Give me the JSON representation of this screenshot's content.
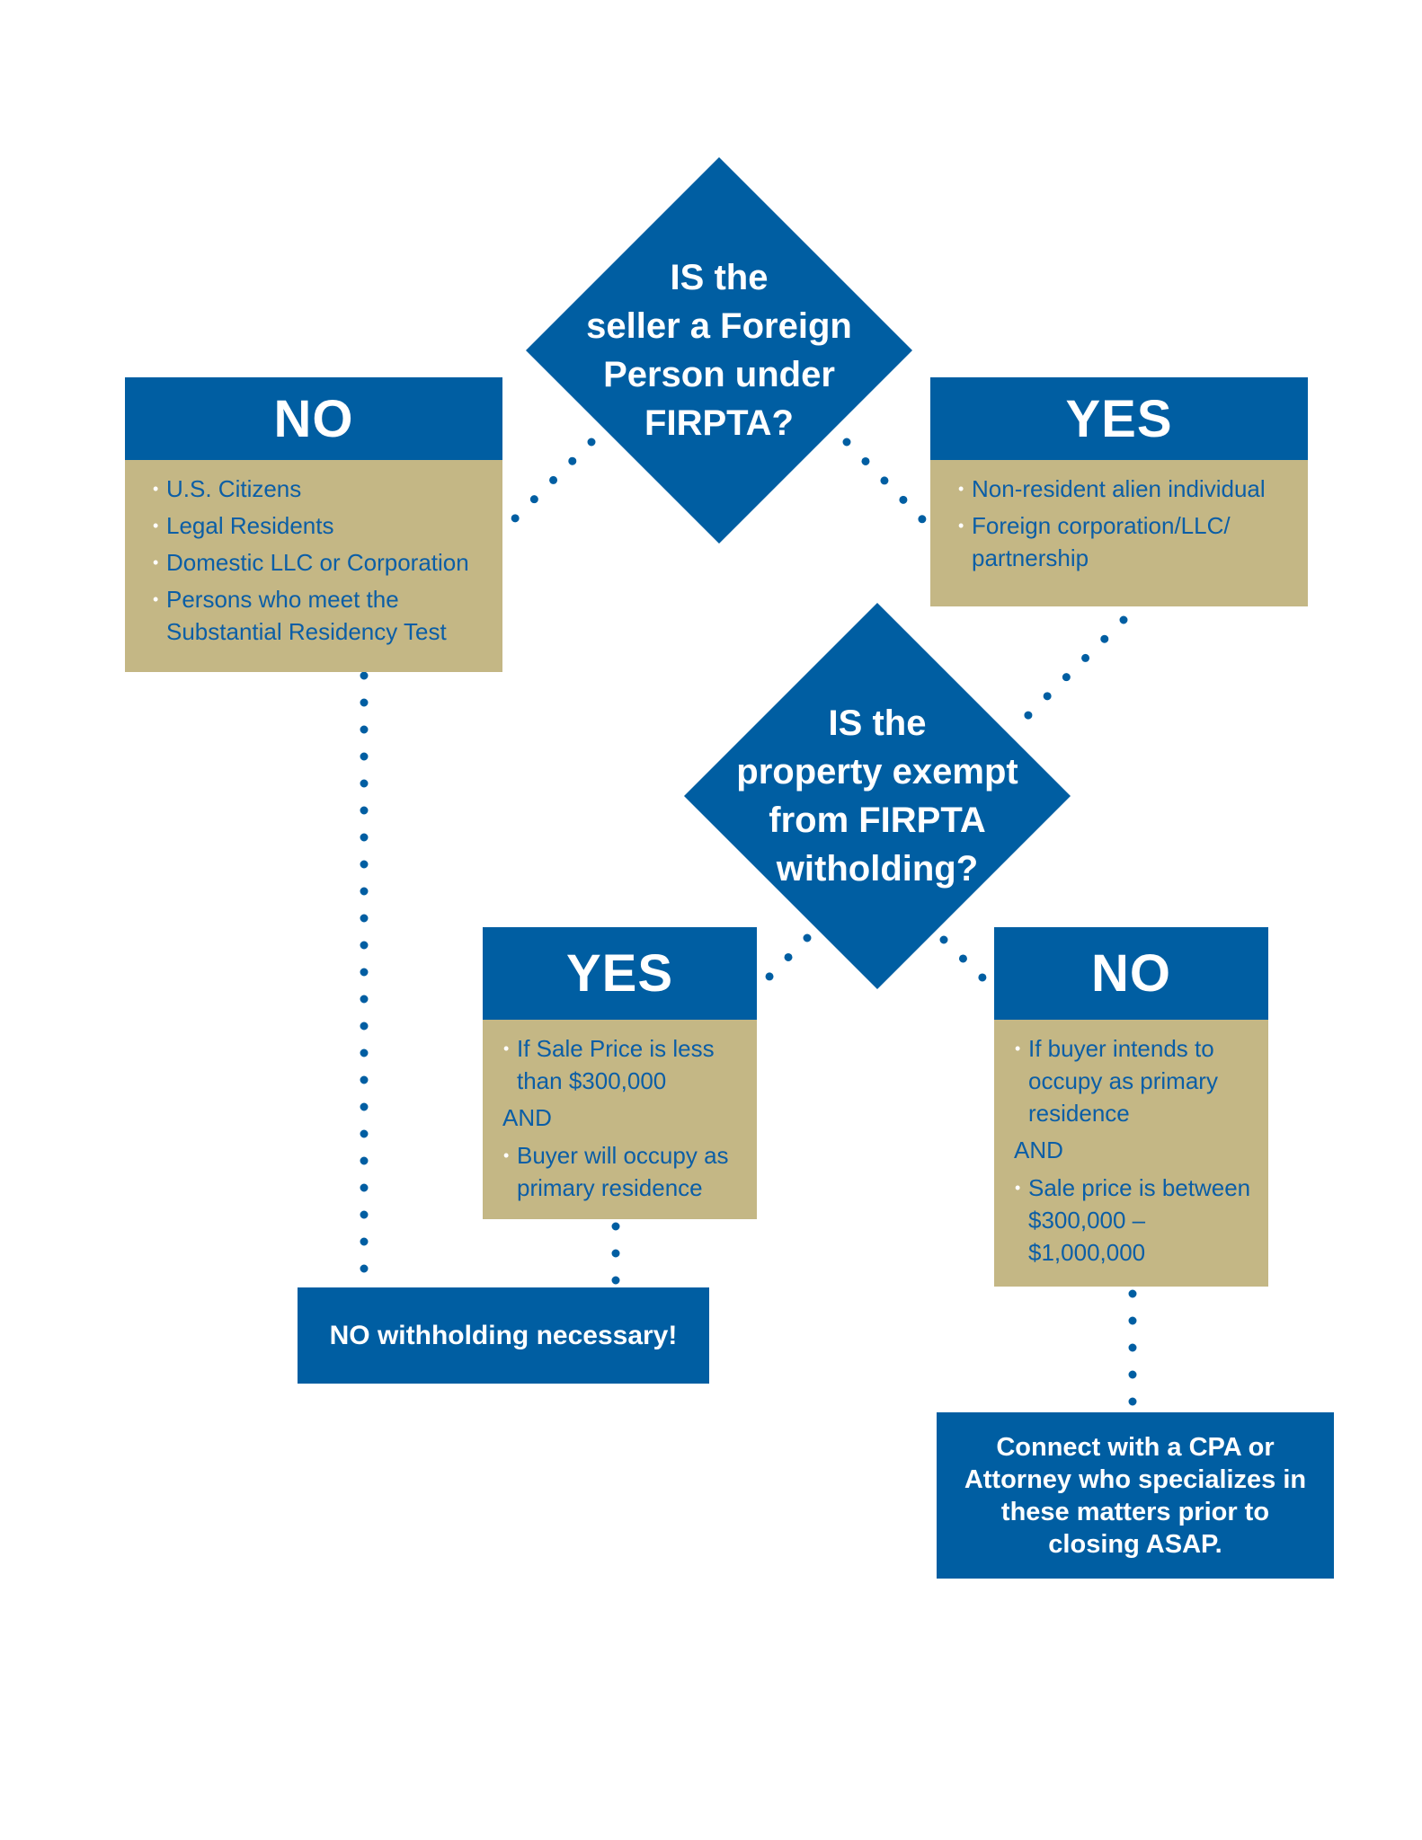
{
  "colors": {
    "blue": "#005ea2",
    "tan": "#c4b785",
    "text_blue": "#0b5ea6"
  },
  "q1": {
    "text": "IS the\nseller a Foreign\nPerson under\nFIRPTA?"
  },
  "q2": {
    "text": "IS the\nproperty exempt\nfrom FIRPTA\nwitholding?"
  },
  "no_seller": {
    "title": "NO",
    "items": [
      "U.S. Citizens",
      "Legal Residents",
      "Domestic LLC or Corporation",
      "Persons who meet the Substantial Residency Test"
    ]
  },
  "yes_seller": {
    "title": "YES",
    "items": [
      "Non-resident alien individual",
      "Foreign corporation/LLC/ partnership"
    ]
  },
  "yes_exempt": {
    "title": "YES",
    "item1": "If Sale Price is less than $300,000",
    "and": "AND",
    "item2": "Buyer will occupy as primary residence"
  },
  "no_exempt": {
    "title": "NO",
    "item1": "If buyer intends to occupy as primary residence",
    "and": "AND",
    "item2": "Sale price is between $300,000 – $1,000,000"
  },
  "result_no_withholding": {
    "text": "NO withholding necessary!"
  },
  "result_connect": {
    "text": "Connect with a CPA or Attorney who specializes in these matters prior to closing ASAP."
  }
}
